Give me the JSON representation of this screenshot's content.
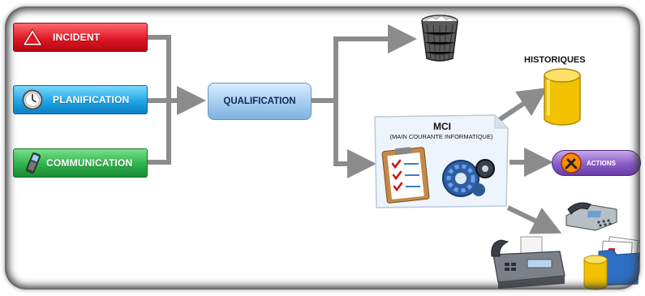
{
  "inputs": {
    "incident": "INCIDENT",
    "planification": "PLANIFICATION",
    "communication": "COMMUNICATION"
  },
  "qualification": "QUALIFICATION",
  "mci": {
    "title": "MCI",
    "subtitle": "(MAIN COURANTE INFORMATIQUE)"
  },
  "outputs": {
    "historiques": "HISTORIQUES",
    "actions": "ACTIONS"
  },
  "icons": [
    "warning-icon",
    "clock-icon",
    "phone-icon",
    "trash-bin-icon",
    "checklist-icon",
    "gears-icon",
    "database-icon",
    "tools-icon",
    "desk-phone-icon",
    "fax-icon",
    "folder-database-icon"
  ],
  "colors": {
    "incident": "#e01825",
    "planification": "#22a6e6",
    "communication": "#2eb34a",
    "qualification": "#a9cff1",
    "actions": "#8b5cc6",
    "database": "#f2c200",
    "arrow": "#8c8c8c"
  }
}
